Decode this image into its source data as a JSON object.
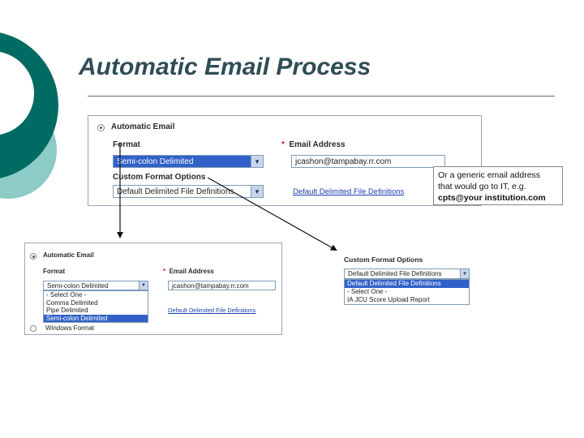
{
  "slide": {
    "title": "Automatic Email Process",
    "note_line1": "Or a generic email address",
    "note_line2": "that would go to IT, e.g.",
    "note_line3": "cpts@your institution.com"
  },
  "panel_main": {
    "header": "Automatic Email",
    "format_label": "Format",
    "format_value": "Semi-colon Delimited",
    "email_label": "Email Address",
    "email_value": "jcashon@tampabay.rr.com",
    "custom_label": "Custom Format Options",
    "custom_value": "Default Delimited File Definitions",
    "link": "Default Delimited File Definitions"
  },
  "panel_format_open": {
    "header": "Automatic Email",
    "format_label": "Format",
    "format_value": "Semi-colon Delimited",
    "email_label": "Email Address",
    "email_value": "jcashon@tampabay.rr.com",
    "options": [
      "- Select One -",
      "Comma Delimited",
      "Pipe Delimited",
      "Semi-colon Delimited"
    ],
    "other_option": "Windows Format",
    "link": "Default Delimited File Definitions"
  },
  "panel_custom_open": {
    "label": "Custom Format Options",
    "value": "Default Delimited File Definitions",
    "options": [
      "Default Delimited File Definitions",
      "- Select One -",
      "IA JCU Score Upload Report"
    ]
  },
  "colors": {
    "deco_dark": "#00685f",
    "deco_light": "#7fc4bf",
    "highlight": "#3161c8"
  }
}
